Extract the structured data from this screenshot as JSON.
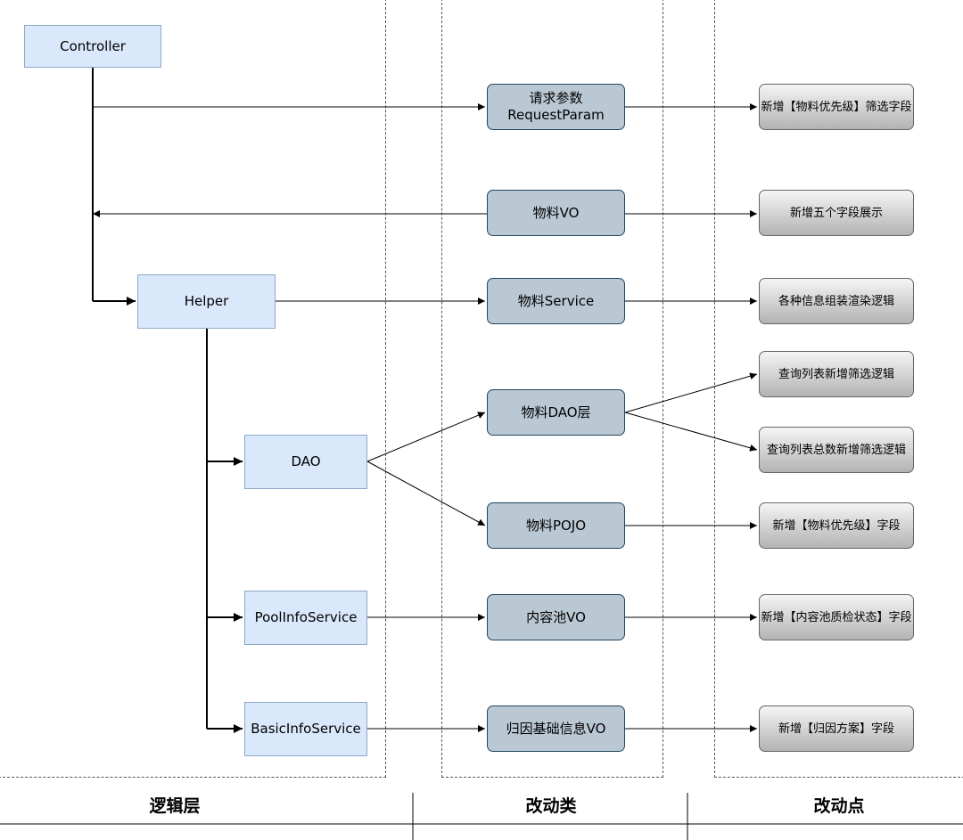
{
  "logic_layer": {
    "controller": "Controller",
    "helper": "Helper",
    "dao": "DAO",
    "pool_info_service": "PoolInfoService",
    "basic_info_service": "BasicInfoService"
  },
  "change_classes": {
    "request_param": "请求参数\nRequestParam",
    "material_vo": "物料VO",
    "material_service": "物料Service",
    "material_dao": "物料DAO层",
    "material_pojo": "物料POJO",
    "pool_vo": "内容池VO",
    "attribution_vo": "归因基础信息VO"
  },
  "change_points": {
    "p1": "新增【物料优先级】筛选字段",
    "p2": "新增五个字段展示",
    "p3": "各种信息组装渲染逻辑",
    "p4": "查询列表新增筛选逻辑",
    "p5": "查询列表总数新增筛选逻辑",
    "p6": "新增【物料优先级】字段",
    "p7": "新增【内容池质检状态】字段",
    "p8": "新增【归因方案】字段"
  },
  "footer": {
    "logic": "逻辑层",
    "classes": "改动类",
    "points": "改动点"
  }
}
